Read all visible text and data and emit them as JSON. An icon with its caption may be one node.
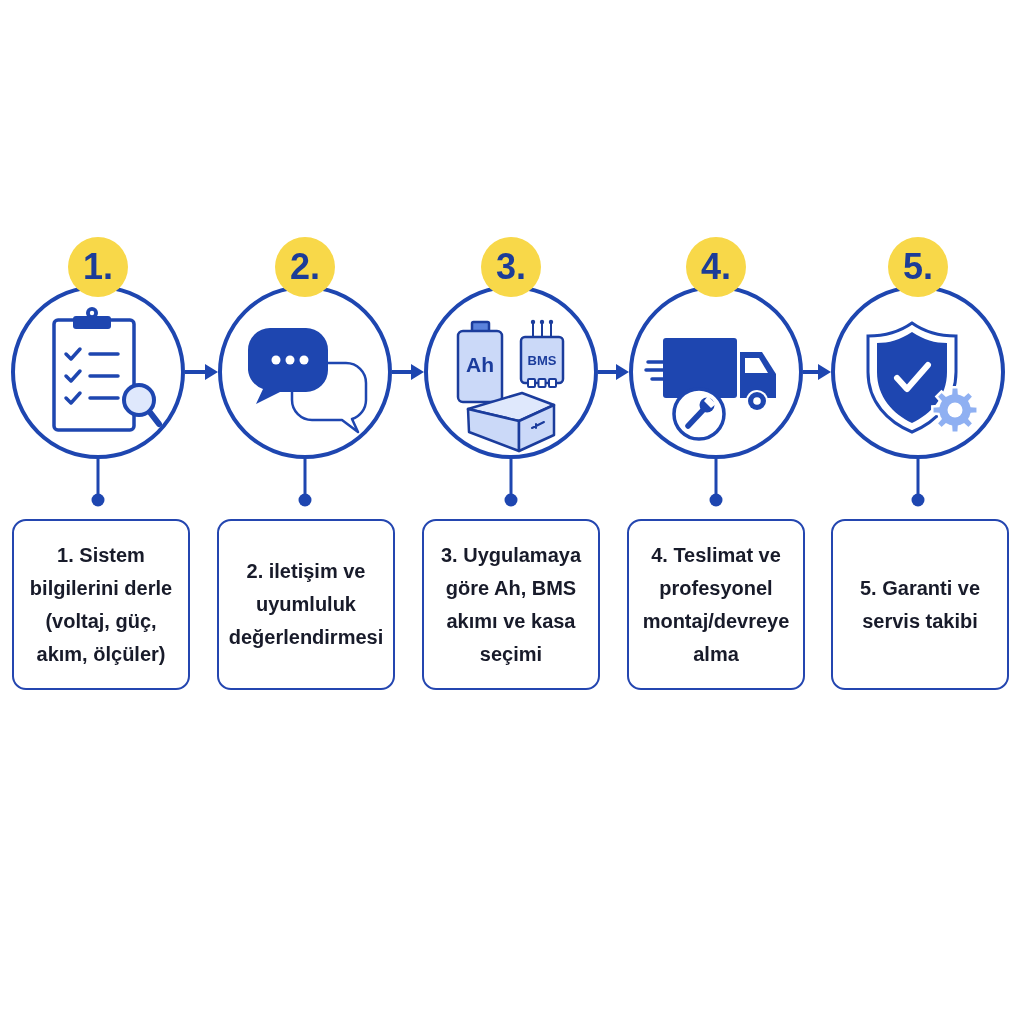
{
  "diagram": {
    "nodes": [
      {
        "text": [
          "1."
        ]
      },
      {
        "text": [],
        "shape": "circle"
      },
      {
        "text": [
          "1. Sistem bilgilerini derle (voltaj, güç, akım, ölçüler)"
        ]
      },
      {
        "text": [
          "2."
        ]
      },
      {
        "text": [],
        "shape": "circle"
      },
      {
        "text": [
          "2. iletişim ve uyumluluk değerlendirmesi"
        ]
      },
      {
        "text": [
          "3."
        ]
      },
      {
        "text": [],
        "shape": "circle"
      },
      {
        "text": [
          "Ah"
        ],
        "in": 7
      },
      {
        "text": [
          "BMS"
        ],
        "in": 7
      },
      {
        "text": [
          "3. Uygulamaya göre Ah, BMS akımı ve kasa seçimi"
        ]
      },
      {
        "text": [
          "4."
        ]
      },
      {
        "text": [],
        "shape": "circle"
      },
      {
        "text": [
          "4. Teslimat ve profesyonel montaj/devreye alma"
        ]
      },
      {
        "text": [
          "5."
        ]
      },
      {
        "text": [],
        "shape": "circle"
      },
      {
        "text": [
          "5. Garanti ve servis takibi"
        ]
      }
    ],
    "edges": [
      {
        "from": 1,
        "to": 4,
        "arrow": "to"
      },
      {
        "from": 4,
        "to": 7,
        "arrow": "to"
      },
      {
        "from": 7,
        "to": 12,
        "arrow": "to"
      },
      {
        "from": 12,
        "to": 15,
        "arrow": "to"
      },
      {
        "from": 1,
        "to": 2,
        "arrow": "other"
      },
      {
        "from": 4,
        "to": 5,
        "arrow": "other"
      },
      {
        "from": 7,
        "to": 10,
        "arrow": "other"
      },
      {
        "from": 12,
        "to": 13,
        "arrow": "other"
      },
      {
        "from": 15,
        "to": 16,
        "arrow": "other"
      }
    ]
  }
}
